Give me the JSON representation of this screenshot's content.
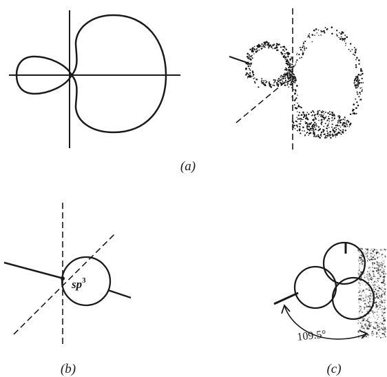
{
  "panels": {
    "a": {
      "label": "(a)"
    },
    "b": {
      "label": "(b)",
      "orbital_base": "sp",
      "orbital_superscript": "3"
    },
    "c": {
      "label": "(c)",
      "angle_label": "109.5°"
    }
  },
  "colors": {
    "ink": "#1a1a1a",
    "background": "#ffffff"
  }
}
